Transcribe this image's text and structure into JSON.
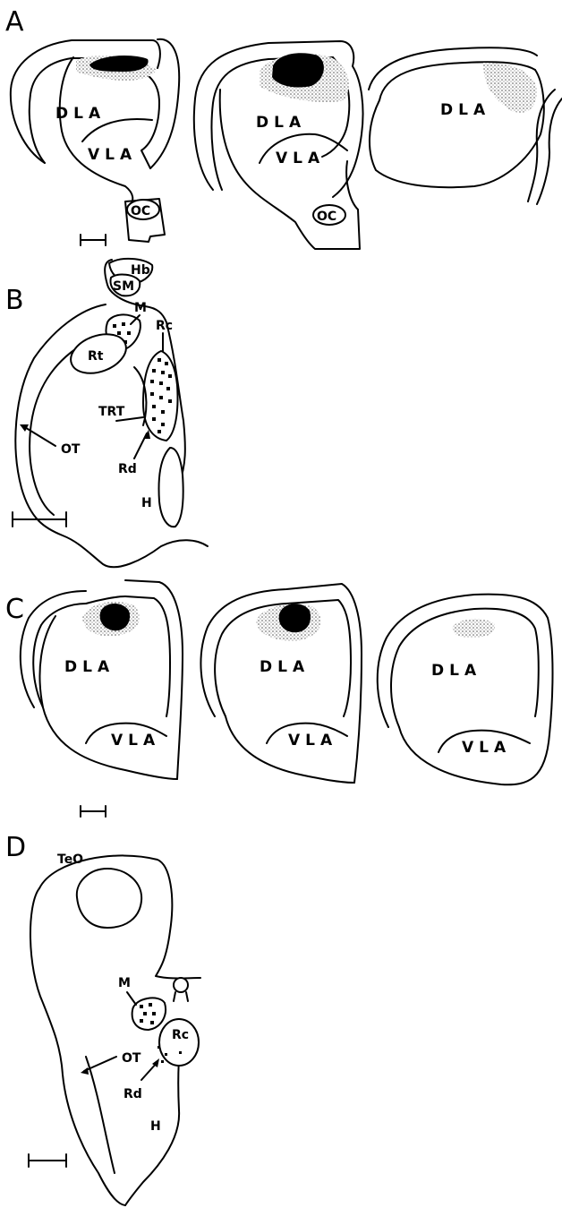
{
  "figure": {
    "panels": [
      {
        "id": "A",
        "label": "A",
        "sections": [
          {
            "labels": [
              "DLA",
              "VLA",
              "OC"
            ]
          },
          {
            "labels": [
              "DLA",
              "VLA",
              "OC"
            ]
          },
          {
            "labels": [
              "DLA"
            ]
          }
        ]
      },
      {
        "id": "B",
        "label": "B",
        "structures": [
          "Hb",
          "SM",
          "M",
          "Rc",
          "Rt",
          "TRT",
          "OT",
          "Rd",
          "H"
        ]
      },
      {
        "id": "C",
        "label": "C",
        "sections": [
          {
            "labels": [
              "DLA",
              "VLA"
            ]
          },
          {
            "labels": [
              "DLA",
              "VLA"
            ]
          },
          {
            "labels": [
              "DLA",
              "VLA"
            ]
          }
        ]
      },
      {
        "id": "D",
        "label": "D",
        "structures": [
          "TeO",
          "M",
          "Rc",
          "OT",
          "Rd",
          "H"
        ]
      }
    ],
    "scale_bar_note": ""
  }
}
